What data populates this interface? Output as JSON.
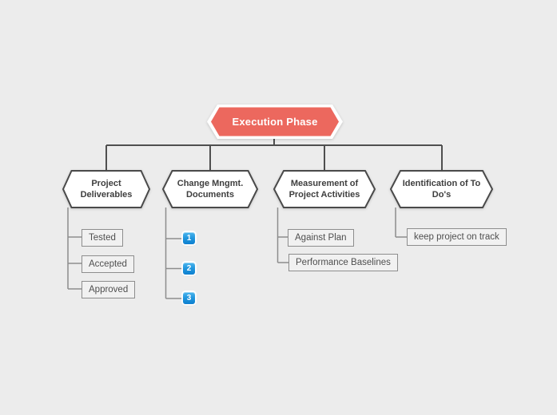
{
  "root": {
    "label": "Execution Phase"
  },
  "branches": [
    {
      "label": "Project Deliverables",
      "items": [
        "Tested",
        "Accepted",
        "Approved"
      ]
    },
    {
      "label": "Change Mngmt. Documents",
      "items": [
        "1",
        "2",
        "3"
      ]
    },
    {
      "label": "Measurement of Project Activities",
      "items": [
        "Against Plan",
        "Performance Baselines"
      ]
    },
    {
      "label": "Identification of To Do's",
      "items": [
        "keep project on track"
      ]
    }
  ],
  "colors": {
    "canvas_bg": "#ececec",
    "root_fill": "#ec685e",
    "root_outline": "#ffffff",
    "branch_fill": "#ffffff",
    "branch_border": "#4a4a4a",
    "connector_main": "#4f4f4f",
    "connector_sub": "#8d8d8d",
    "leaf_border": "#8d8d8d",
    "icon_blue": "#1a8ad6"
  }
}
